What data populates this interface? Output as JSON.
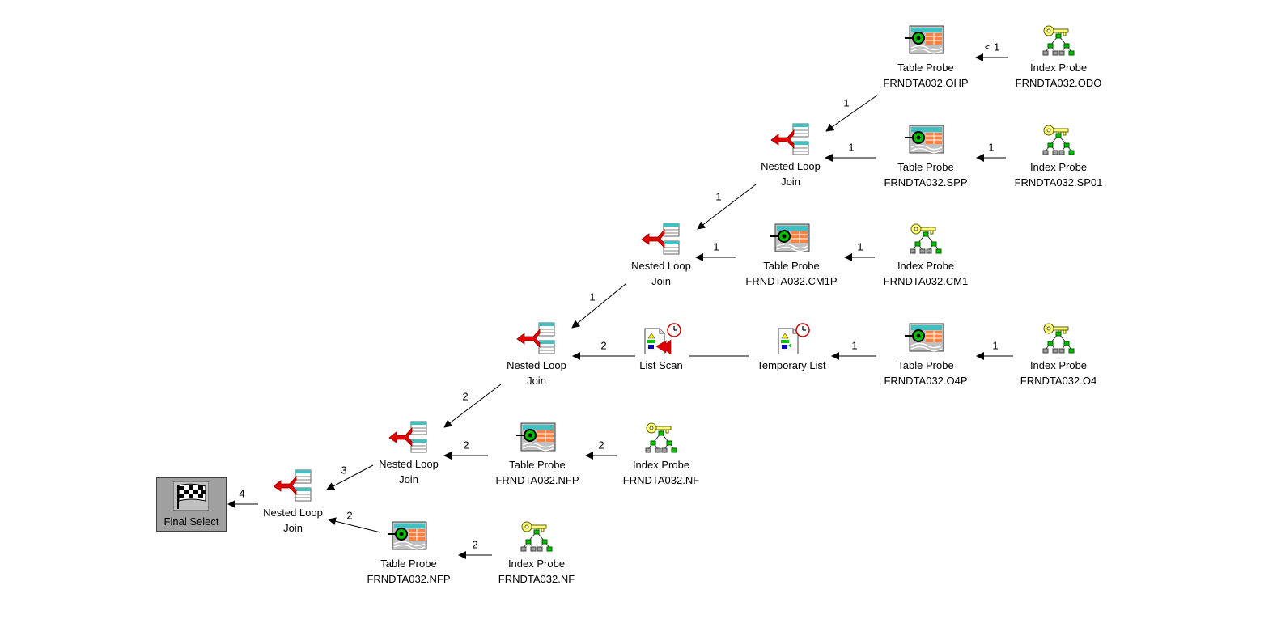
{
  "nodes": [
    {
      "id": "final",
      "type": "final",
      "label": "Final Select"
    },
    {
      "id": "nlj1",
      "type": "join",
      "line1": "Nested Loop",
      "line2": "Join"
    },
    {
      "id": "nlj2",
      "type": "join",
      "line1": "Nested Loop",
      "line2": "Join"
    },
    {
      "id": "nlj3",
      "type": "join",
      "line1": "Nested Loop",
      "line2": "Join"
    },
    {
      "id": "nlj4",
      "type": "join",
      "line1": "Nested Loop",
      "line2": "Join"
    },
    {
      "id": "nlj5",
      "type": "join",
      "line1": "Nested Loop",
      "line2": "Join"
    },
    {
      "id": "tp_ohp",
      "type": "table",
      "line1": "Table Probe",
      "line2": "FRNDTA032.OHP"
    },
    {
      "id": "ip_odo",
      "type": "index",
      "line1": "Index Probe",
      "line2": "FRNDTA032.ODO"
    },
    {
      "id": "tp_spp",
      "type": "table",
      "line1": "Table Probe",
      "line2": "FRNDTA032.SPP"
    },
    {
      "id": "ip_sp01",
      "type": "index",
      "line1": "Index Probe",
      "line2": "FRNDTA032.SP01"
    },
    {
      "id": "tp_cm1p",
      "type": "table",
      "line1": "Table Probe",
      "line2": "FRNDTA032.CM1P"
    },
    {
      "id": "ip_cm1",
      "type": "index",
      "line1": "Index Probe",
      "line2": "FRNDTA032.CM1"
    },
    {
      "id": "listscan",
      "type": "listscan",
      "line1": "List Scan",
      "line2": ""
    },
    {
      "id": "templist",
      "type": "templist",
      "line1": "Temporary List",
      "line2": ""
    },
    {
      "id": "tp_o4p",
      "type": "table",
      "line1": "Table Probe",
      "line2": "FRNDTA032.O4P"
    },
    {
      "id": "ip_o4",
      "type": "index",
      "line1": "Index Probe",
      "line2": "FRNDTA032.O4"
    },
    {
      "id": "tp_nfp_a",
      "type": "table",
      "line1": "Table Probe",
      "line2": "FRNDTA032.NFP"
    },
    {
      "id": "ip_nf_a",
      "type": "index",
      "line1": "Index Probe",
      "line2": "FRNDTA032.NF"
    },
    {
      "id": "tp_nfp_b",
      "type": "table",
      "line1": "Table Probe",
      "line2": "FRNDTA032.NFP"
    },
    {
      "id": "ip_nf_b",
      "type": "index",
      "line1": "Index Probe",
      "line2": "FRNDTA032.NF"
    }
  ],
  "edges": [
    {
      "from": "ip_odo",
      "to": "tp_ohp",
      "label": "< 1"
    },
    {
      "from": "tp_ohp",
      "to": "nlj5",
      "label": "1"
    },
    {
      "from": "tp_spp",
      "to": "nlj5",
      "label": "1"
    },
    {
      "from": "ip_sp01",
      "to": "tp_spp",
      "label": "1"
    },
    {
      "from": "nlj5",
      "to": "nlj4",
      "label": "1"
    },
    {
      "from": "tp_cm1p",
      "to": "nlj4",
      "label": "1"
    },
    {
      "from": "ip_cm1",
      "to": "tp_cm1p",
      "label": "1"
    },
    {
      "from": "nlj4",
      "to": "nlj3",
      "label": "1"
    },
    {
      "from": "listscan",
      "to": "nlj3",
      "label": "2"
    },
    {
      "from": "templist",
      "to": "listscan",
      "label": ""
    },
    {
      "from": "tp_o4p",
      "to": "templist",
      "label": "1"
    },
    {
      "from": "ip_o4",
      "to": "tp_o4p",
      "label": "1"
    },
    {
      "from": "nlj3",
      "to": "nlj2",
      "label": "2"
    },
    {
      "from": "tp_nfp_a",
      "to": "nlj2",
      "label": "2"
    },
    {
      "from": "ip_nf_a",
      "to": "tp_nfp_a",
      "label": "2"
    },
    {
      "from": "nlj2",
      "to": "nlj1",
      "label": "3"
    },
    {
      "from": "tp_nfp_b",
      "to": "nlj1",
      "label": "2"
    },
    {
      "from": "ip_nf_b",
      "to": "tp_nfp_b",
      "label": "2"
    },
    {
      "from": "nlj1",
      "to": "final",
      "label": "4"
    }
  ],
  "colors": {
    "join_arrow": "#e00000",
    "final_bg": "#a0a0a0",
    "table_orange": "#ff8040",
    "table_cyan": "#40c0c0",
    "key_yellow": "#ffff80",
    "tree_green": "#00c000"
  }
}
